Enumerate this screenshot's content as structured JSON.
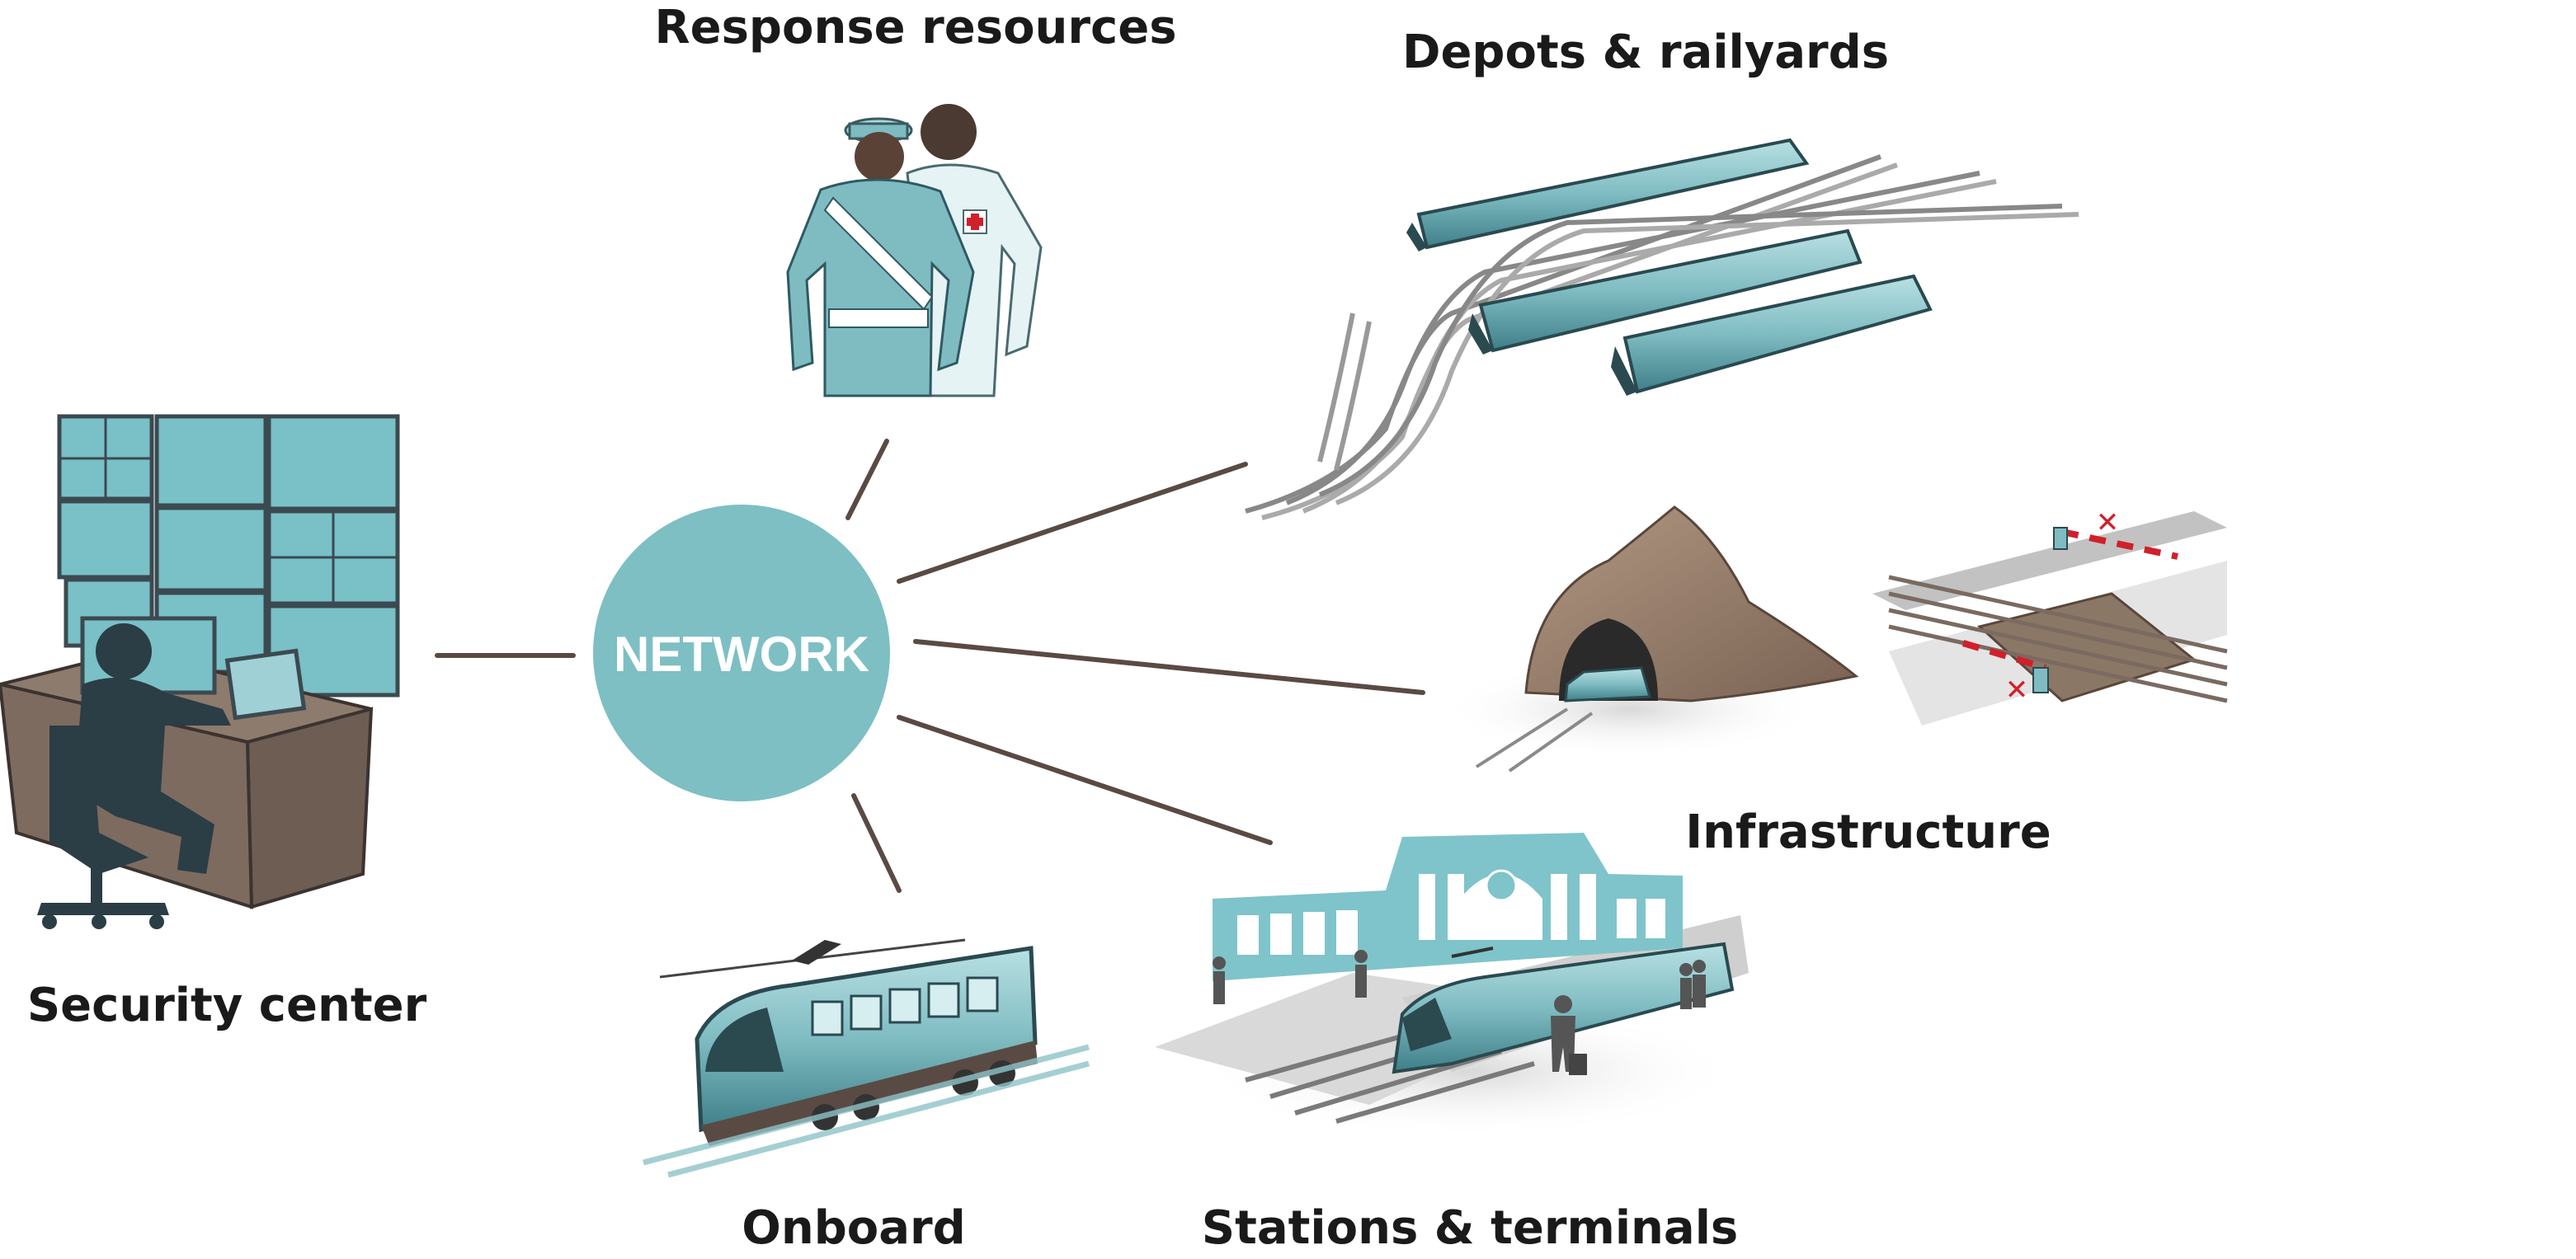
{
  "hub": {
    "label": "NETWORK"
  },
  "nodes": {
    "security_center": "Security center",
    "response_resources": "Response resources",
    "depots": "Depots & railyards",
    "infrastructure": "Infrastructure",
    "stations": "Stations & terminals",
    "onboard": "Onboard"
  },
  "colors": {
    "hub": "#7dbfc3",
    "teal": "#8cc8cc",
    "teal_dark": "#2e6e78",
    "connector": "#5a4a44",
    "silhouette": "#2b3d45",
    "desk": "#7a6a5e"
  }
}
